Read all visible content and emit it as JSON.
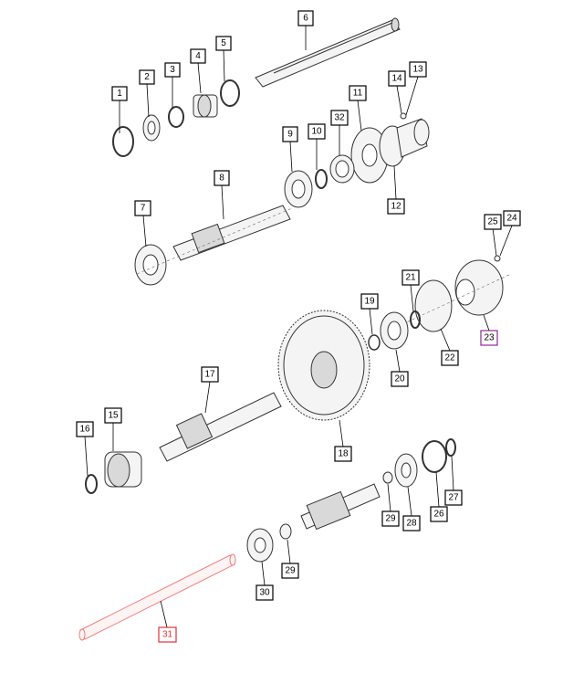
{
  "diagram": {
    "callouts": [
      {
        "id": "1",
        "label": "1",
        "highlight": "none"
      },
      {
        "id": "2",
        "label": "2",
        "highlight": "none"
      },
      {
        "id": "3",
        "label": "3",
        "highlight": "none"
      },
      {
        "id": "4",
        "label": "4",
        "highlight": "none"
      },
      {
        "id": "5",
        "label": "5",
        "highlight": "none"
      },
      {
        "id": "6",
        "label": "6",
        "highlight": "none"
      },
      {
        "id": "7",
        "label": "7",
        "highlight": "none"
      },
      {
        "id": "8",
        "label": "8",
        "highlight": "none"
      },
      {
        "id": "9",
        "label": "9",
        "highlight": "none"
      },
      {
        "id": "10",
        "label": "10",
        "highlight": "none"
      },
      {
        "id": "11",
        "label": "11",
        "highlight": "none"
      },
      {
        "id": "12",
        "label": "12",
        "highlight": "none"
      },
      {
        "id": "13",
        "label": "13",
        "highlight": "none"
      },
      {
        "id": "14",
        "label": "14",
        "highlight": "none"
      },
      {
        "id": "15",
        "label": "15",
        "highlight": "none"
      },
      {
        "id": "16",
        "label": "16",
        "highlight": "none"
      },
      {
        "id": "17",
        "label": "17",
        "highlight": "none"
      },
      {
        "id": "18",
        "label": "18",
        "highlight": "none"
      },
      {
        "id": "19",
        "label": "19",
        "highlight": "none"
      },
      {
        "id": "20",
        "label": "20",
        "highlight": "none"
      },
      {
        "id": "21",
        "label": "21",
        "highlight": "none"
      },
      {
        "id": "22",
        "label": "22",
        "highlight": "none"
      },
      {
        "id": "23",
        "label": "23",
        "highlight": "purple"
      },
      {
        "id": "24",
        "label": "24",
        "highlight": "none"
      },
      {
        "id": "25",
        "label": "25",
        "highlight": "none"
      },
      {
        "id": "26",
        "label": "26",
        "highlight": "none"
      },
      {
        "id": "27",
        "label": "27",
        "highlight": "none"
      },
      {
        "id": "28",
        "label": "28",
        "highlight": "none"
      },
      {
        "id": "29a",
        "label": "29",
        "highlight": "none"
      },
      {
        "id": "29b",
        "label": "29",
        "highlight": "none"
      },
      {
        "id": "30",
        "label": "30",
        "highlight": "none"
      },
      {
        "id": "31",
        "label": "31",
        "highlight": "red"
      },
      {
        "id": "32",
        "label": "32",
        "highlight": "none"
      }
    ],
    "colors": {
      "highlight_red": "#e0303a",
      "highlight_purple": "#8a2c8f",
      "outline": "#333333"
    }
  }
}
